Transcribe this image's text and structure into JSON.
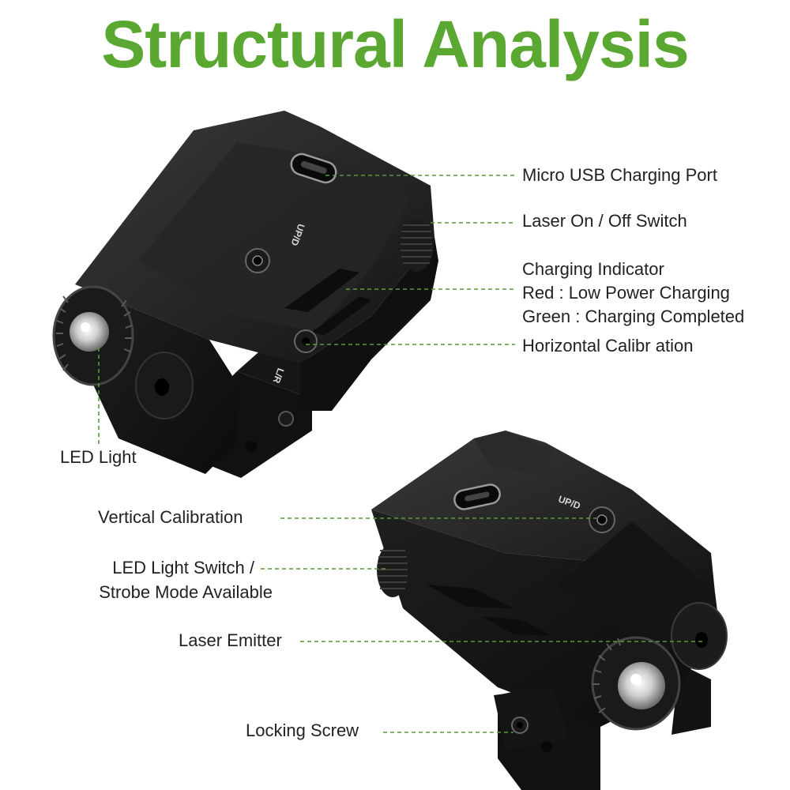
{
  "title": "Structural Analysis",
  "colors": {
    "title_green": "#5aa832",
    "callout_green": "#5a9a3a",
    "device_body": "#1b1b1b"
  },
  "device_markings": {
    "top_button": "UP/D",
    "side_button": "L/R"
  },
  "labels": {
    "micro_usb": "Micro USB Charging Port",
    "laser_switch": "Laser On / Off Switch",
    "charging_indicator": "Charging Indicator",
    "charging_red": "Red : Low Power Charging",
    "charging_green": "Green : Charging Completed",
    "horizontal_cal": "Horizontal Calibr ation",
    "led_light": "LED Light",
    "vertical_cal": "Vertical Calibration",
    "led_switch_1": "LED Light Switch /",
    "led_switch_2": "Strobe Mode Available",
    "laser_emitter": "Laser Emitter",
    "locking_screw": "Locking Screw"
  }
}
